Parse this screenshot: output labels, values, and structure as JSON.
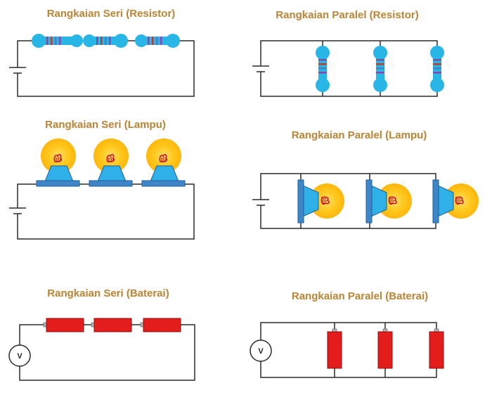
{
  "panels": {
    "series_resistor": {
      "title": "Rangkaian Seri (Resistor)"
    },
    "parallel_resistor": {
      "title": "Rangkaian Paralel (Resistor)"
    },
    "series_lamp": {
      "title": "Rangkaian Seri (Lampu)"
    },
    "parallel_lamp": {
      "title": "Rangkaian Paralel (Lampu)"
    },
    "series_battery": {
      "title": "Rangkaian Seri (Baterai)",
      "meter_label": "V"
    },
    "parallel_battery": {
      "title": "Rangkaian Paralel (Baterai)",
      "meter_label": "V"
    }
  },
  "colors": {
    "title": "#b8893c",
    "wire": "#2b2b2b",
    "resistor": "#27b6e6",
    "bulb_glow": "#ffcc22",
    "lamp_base": "#3f86c9",
    "battery": "#e31c1c"
  }
}
